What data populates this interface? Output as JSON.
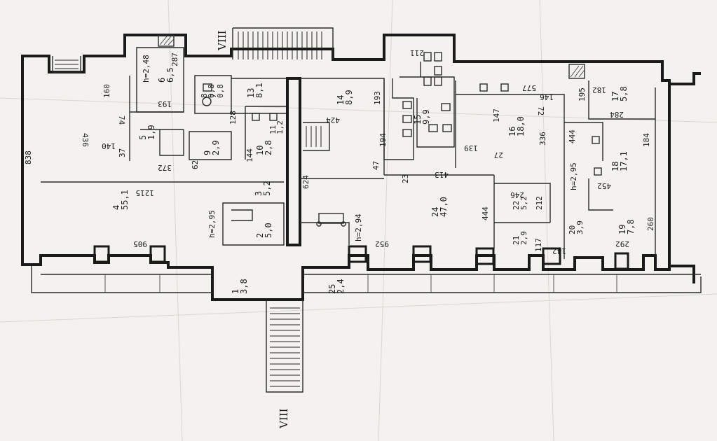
{
  "section_marks": [
    "VIII",
    "VIII"
  ],
  "rooms": [
    {
      "num": "1",
      "area": "3,8"
    },
    {
      "num": "2",
      "area": "5,0"
    },
    {
      "num": "3",
      "area": "5,2"
    },
    {
      "num": "4",
      "area": "55,1"
    },
    {
      "num": "5",
      "area": "1,9"
    },
    {
      "num": "6",
      "area": "6,5"
    },
    {
      "num": "7",
      "area": "0,8"
    },
    {
      "num": "8",
      "area": "0,8"
    },
    {
      "num": "9",
      "area": "2,9"
    },
    {
      "num": "10",
      "area": "2,8"
    },
    {
      "num": "11",
      "area": "1,2"
    },
    {
      "num": "13",
      "area": "8,1"
    },
    {
      "num": "14",
      "area": "8,9"
    },
    {
      "num": "15",
      "area": "9,9"
    },
    {
      "num": "16",
      "area": "18,0"
    },
    {
      "num": "17",
      "area": "5,8"
    },
    {
      "num": "18",
      "area": "17,1"
    },
    {
      "num": "19",
      "area": "7,8"
    },
    {
      "num": "20",
      "area": "3,9"
    },
    {
      "num": "21",
      "area": "2,9"
    },
    {
      "num": "22",
      "area": "5,2"
    },
    {
      "num": "24",
      "area": "47,0"
    },
    {
      "num": "25",
      "area": "2,4"
    }
  ],
  "heights": [
    "h=2,48",
    "h=2,95",
    "h=2,94",
    "h=2,95"
  ],
  "dimensions": [
    "838",
    "436",
    "1215",
    "905",
    "160",
    "74",
    "140",
    "37",
    "193",
    "372",
    "62",
    "128",
    "144",
    "287",
    "624",
    "424",
    "193",
    "194",
    "47",
    "23",
    "413",
    "952",
    "211",
    "577",
    "146",
    "139",
    "27",
    "147",
    "336",
    "72",
    "444",
    "246",
    "212",
    "444",
    "117",
    "142",
    "195",
    "182",
    "284",
    "184",
    "452",
    "260",
    "292"
  ]
}
